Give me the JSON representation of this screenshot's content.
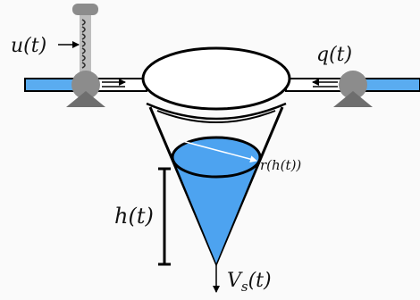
{
  "labels": {
    "input_flow": "u(t)",
    "disturbance_flow": "q(t)",
    "radius": "r(h(t))",
    "height": "h(t)",
    "outflow": "V_s(t)"
  },
  "colors": {
    "water": "#4da3f0",
    "pipe_water": "#5aacf0",
    "valve": "#8c8c8c",
    "valve_base": "#6e6e6e",
    "stem": "#bdbdbd",
    "outline": "#000000"
  }
}
